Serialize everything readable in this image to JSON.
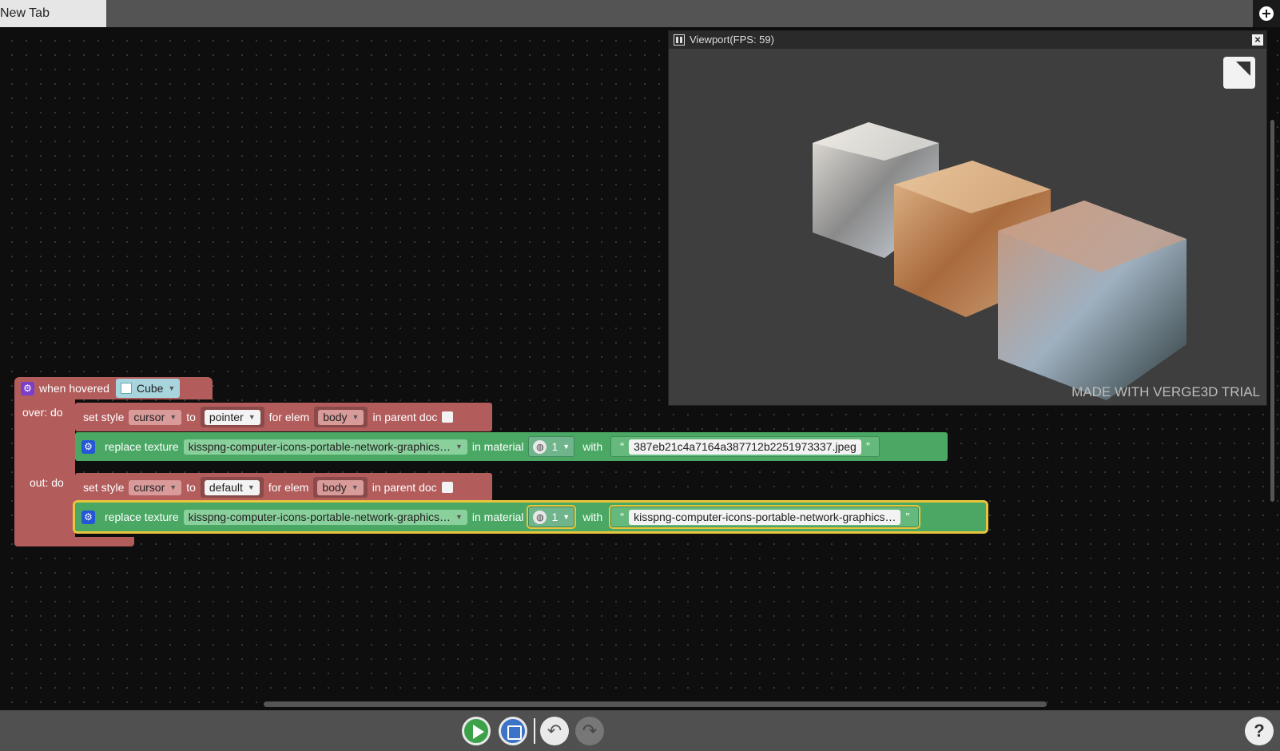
{
  "tab": {
    "label": "New Tab"
  },
  "viewport": {
    "title": "Viewport(FPS: 59)",
    "close": "×",
    "trial_text": "MADE WITH VERGE3D TRIAL"
  },
  "event": {
    "label": "when hovered",
    "object": "Cube",
    "over_label": "over: do",
    "out_label": "out: do"
  },
  "over": {
    "style": {
      "label": "set style",
      "prop": "cursor",
      "to": "to",
      "value": "pointer",
      "for_elem": "for elem",
      "elem": "body",
      "in_parent": "in parent doc"
    },
    "texture": {
      "label": "replace texture",
      "texture": "kisspng-computer-icons-portable-network-graphics…",
      "in_material": "in material",
      "material": "1",
      "with": "with",
      "file": "387eb21c4a7164a387712b2251973337.jpeg"
    }
  },
  "out": {
    "style": {
      "label": "set style",
      "prop": "cursor",
      "to": "to",
      "value": "default",
      "for_elem": "for elem",
      "elem": "body",
      "in_parent": "in parent doc"
    },
    "texture": {
      "label": "replace texture",
      "texture": "kisspng-computer-icons-portable-network-graphics…",
      "in_material": "in material",
      "material": "1",
      "with": "with",
      "file": "kisspng-computer-icons-portable-network-graphics…"
    }
  },
  "toolbar": {
    "undo": "↶",
    "redo": "↷",
    "help": "?"
  },
  "colors": {
    "event": "#b35c5c",
    "texture": "#4aa864",
    "selected": "#e8c53c"
  },
  "icons": [
    "play-icon",
    "save-icon",
    "undo-icon",
    "redo-icon",
    "help-icon",
    "gear-icon",
    "globe-icon",
    "cube-icon",
    "fullscreen-icon",
    "pause-icon",
    "close-icon",
    "add-tab-icon"
  ]
}
